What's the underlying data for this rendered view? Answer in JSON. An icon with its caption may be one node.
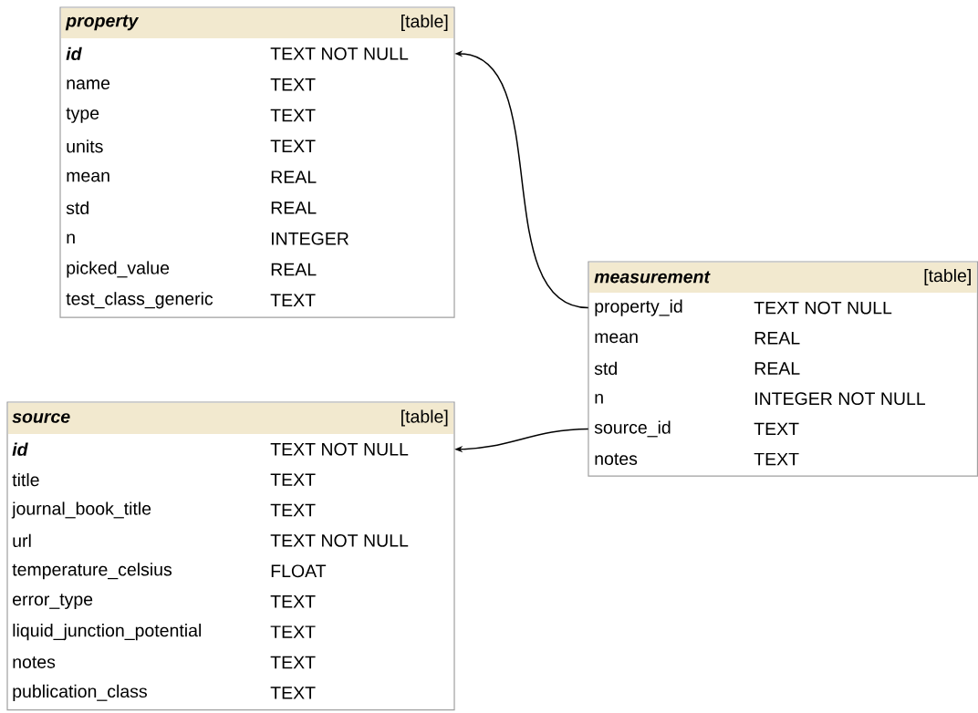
{
  "diagram": {
    "nodes": [
      {
        "text": [
          "property",
          "[table]"
        ]
      },
      {
        "text": [
          "id",
          "TEXT NOT NULL"
        ],
        "in": 0
      },
      {
        "text": [
          "name",
          "TEXT"
        ],
        "in": 0
      },
      {
        "text": [
          "type",
          "TEXT"
        ],
        "in": 0
      },
      {
        "text": [
          "units",
          "TEXT"
        ],
        "in": 0
      },
      {
        "text": [
          "mean",
          "REAL"
        ],
        "in": 0
      },
      {
        "text": [
          "std",
          "REAL"
        ],
        "in": 0
      },
      {
        "text": [
          "n",
          "INTEGER"
        ],
        "in": 0
      },
      {
        "text": [
          "picked_value",
          "REAL"
        ],
        "in": 0
      },
      {
        "text": [
          "test_class_generic",
          "TEXT"
        ],
        "in": 0
      },
      {
        "text": [
          "measurement",
          "[table]"
        ]
      },
      {
        "text": [
          "property_id",
          "TEXT NOT NULL"
        ],
        "in": 10
      },
      {
        "text": [
          "mean",
          "REAL"
        ],
        "in": 10
      },
      {
        "text": [
          "std",
          "REAL"
        ],
        "in": 10
      },
      {
        "text": [
          "n",
          "INTEGER NOT NULL"
        ],
        "in": 10
      },
      {
        "text": [
          "source_id",
          "TEXT"
        ],
        "in": 10
      },
      {
        "text": [
          "notes",
          "TEXT"
        ],
        "in": 10
      },
      {
        "text": [
          "source",
          "[table]"
        ]
      },
      {
        "text": [
          "id",
          "TEXT NOT NULL"
        ],
        "in": 17
      },
      {
        "text": [
          "title",
          "TEXT"
        ],
        "in": 17
      },
      {
        "text": [
          "journal_book_title",
          "TEXT"
        ],
        "in": 17
      },
      {
        "text": [
          "url",
          "TEXT NOT NULL"
        ],
        "in": 17
      },
      {
        "text": [
          "temperature_celsius",
          "FLOAT"
        ],
        "in": 17
      },
      {
        "text": [
          "error_type",
          "TEXT"
        ],
        "in": 17
      },
      {
        "text": [
          "liquid_junction_potential",
          "TEXT"
        ],
        "in": 17
      },
      {
        "text": [
          "notes",
          "TEXT"
        ],
        "in": 17
      },
      {
        "text": [
          "publication_class",
          "TEXT"
        ],
        "in": 17
      }
    ],
    "edges": [
      {
        "from": 11,
        "to": 1,
        "arrow": "to"
      },
      {
        "from": 15,
        "to": 18,
        "arrow": "to"
      }
    ]
  }
}
